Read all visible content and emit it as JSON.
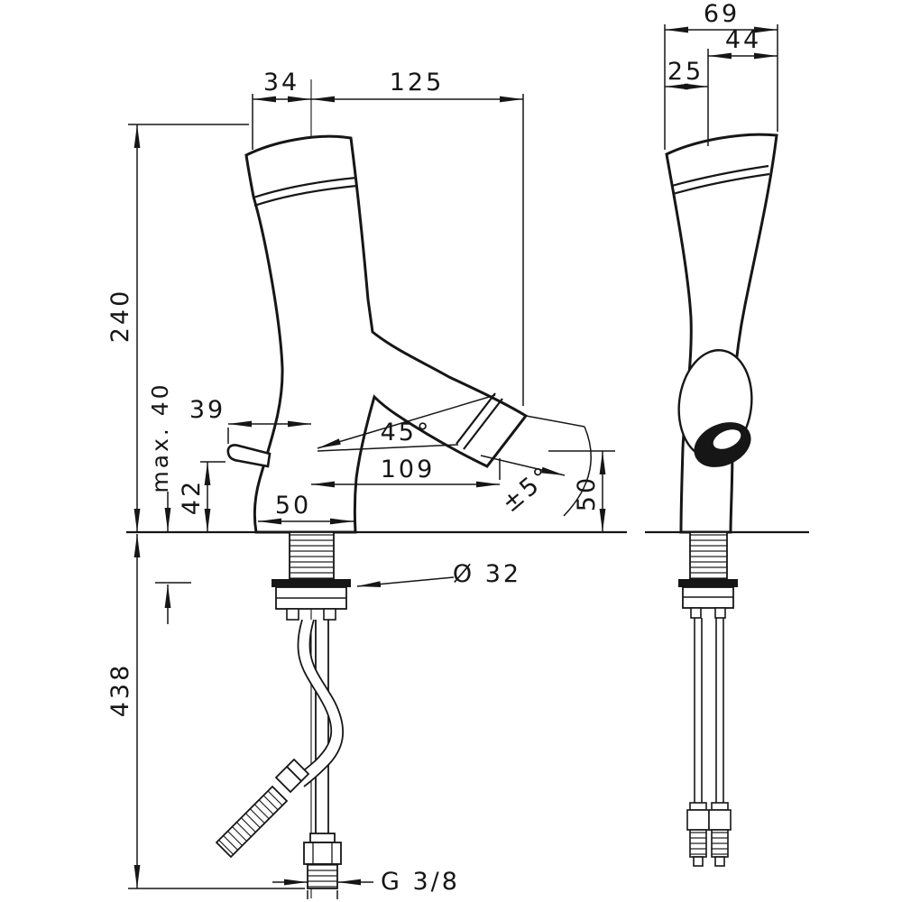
{
  "drawing": {
    "type": "technical-dimension-drawing",
    "subject": "single-lever basin mixer faucet, front and side elevation",
    "colors": {
      "ink": "#161616",
      "background": "#ffffff"
    },
    "front_view": {
      "dim_spout_offset": "34",
      "dim_spout_reach": "125",
      "dim_total_height": "240",
      "dim_max_deck": "max. 40",
      "dim_handle_reach": "39",
      "dim_handle_height": "42",
      "dim_base_width": "50",
      "dim_spout_angle": "45°",
      "dim_outlet_reach": "109",
      "dim_swivel_angle": "±5°",
      "dim_outlet_height": "50",
      "dim_hole_diameter": "Ø 32",
      "dim_hose_length": "438",
      "dim_thread": "G 3/8"
    },
    "side_view": {
      "dim_top_depth": "69",
      "dim_top_upper": "44",
      "dim_top_offset": "25"
    }
  }
}
